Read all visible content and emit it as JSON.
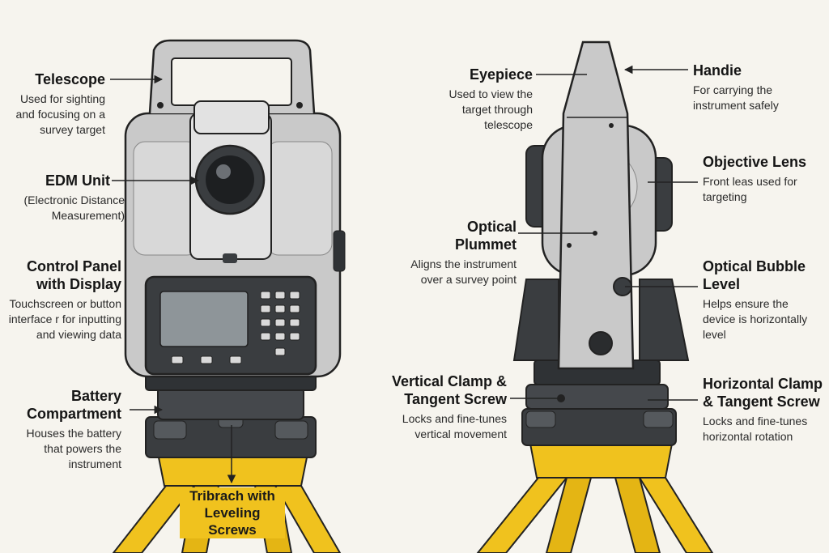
{
  "labels": {
    "telescope": {
      "title": "Telescope",
      "desc": "Used for sighting and focusing on a survey target"
    },
    "edm": {
      "title": "EDM Unit",
      "desc": "(Electronic Distance Measurement)"
    },
    "control": {
      "title": "Control Panel with Display",
      "desc": "Touchscreen or button interface r for inputting and viewing data"
    },
    "battery": {
      "title": "Battery Compartment",
      "desc": "Houses the battery that powers the instrument"
    },
    "tribrach": {
      "title": "Tribrach with Leveling Screws"
    },
    "eyepiece": {
      "title": "Eyepiece",
      "desc": "Used to view the target through telescope"
    },
    "handle": {
      "title": "Handie",
      "desc": "For carrying the instrument safely"
    },
    "objective": {
      "title": "Objective Lens",
      "desc": "Front leas used for targeting"
    },
    "plummet": {
      "title": "Optical Plummet",
      "desc": "Aligns the instrument over a survey point"
    },
    "bubble": {
      "title": "Optical Bubble Level",
      "desc": "Helps ensure the device is horizontally level"
    },
    "vclamp": {
      "title": "Vertical Clamp & Tangent Screw",
      "desc": "Locks and fine-tunes vertical movement"
    },
    "hclamp": {
      "title": "Horizontal Clamp & Tangent Screw",
      "desc": "Locks and fine-tunes horizontal rotation"
    }
  },
  "colors": {
    "body": "#c9c9c9",
    "body_light": "#e2e2e2",
    "dark": "#3a3d40",
    "tripod": "#f0c21e",
    "background": "#f6f4ee"
  }
}
